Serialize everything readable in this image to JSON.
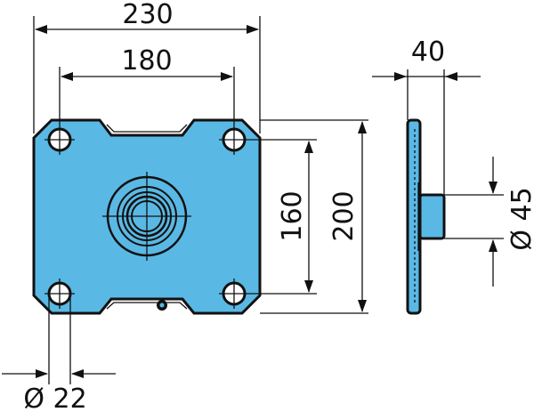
{
  "colors": {
    "plate_fill": "#5ab8e4",
    "outline": "#111111",
    "background": "#ffffff"
  },
  "dimensions": {
    "overall_width": "230",
    "hole_spacing_horizontal": "180",
    "hole_spacing_vertical": "160",
    "overall_height": "200",
    "side_thickness": "40",
    "boss_diameter": "Ø 45",
    "hole_diameter": "Ø 22"
  }
}
